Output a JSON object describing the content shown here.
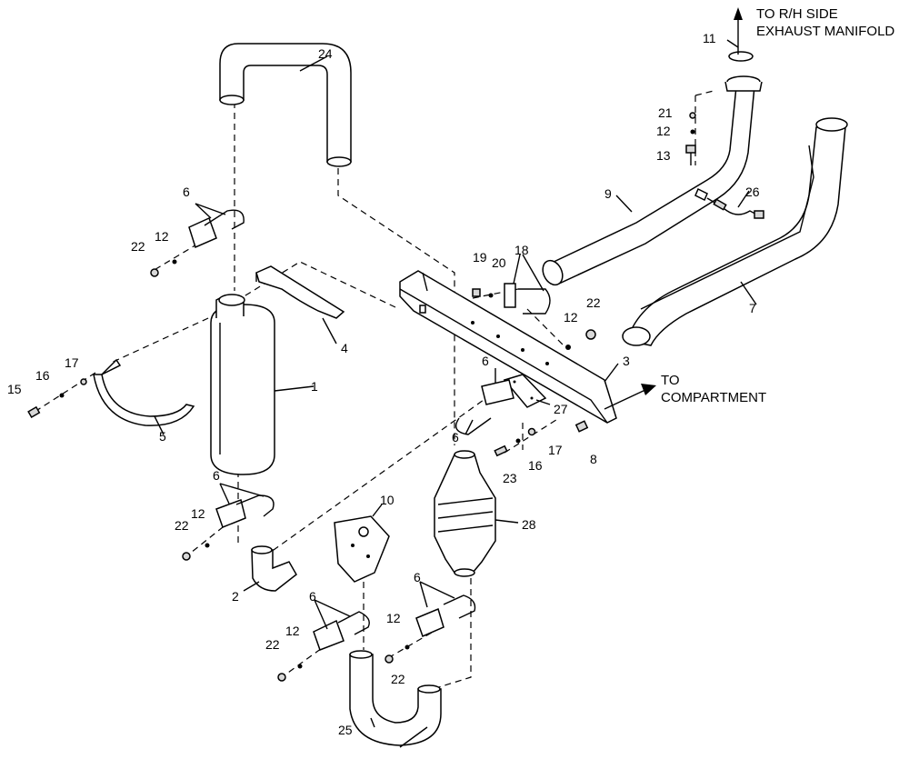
{
  "callouts": {
    "to_rh_side_line1": "TO R/H SIDE",
    "to_rh_side_line2": "EXHAUST MANIFOLD",
    "to_compartment": "TO COMPARTMENT"
  },
  "labels": {
    "l1": "1",
    "l2": "2",
    "l3": "3",
    "l4": "4",
    "l5": "5",
    "l6a": "6",
    "l6b": "6",
    "l6c": "6",
    "l6d": "6",
    "l6e": "6",
    "l6f": "6",
    "l7": "7",
    "l8": "8",
    "l9": "9",
    "l10": "10",
    "l11": "11",
    "l12a": "12",
    "l12b": "12",
    "l12c": "12",
    "l12d": "12",
    "l12e": "12",
    "l12f": "12",
    "l13": "13",
    "l15": "15",
    "l16a": "16",
    "l16b": "16",
    "l17a": "17",
    "l17b": "17",
    "l18": "18",
    "l19": "19",
    "l20": "20",
    "l21": "21",
    "l22a": "22",
    "l22b": "22",
    "l22c": "22",
    "l22d": "22",
    "l22e": "22",
    "l23": "23",
    "l24": "24",
    "l25": "25",
    "l26": "26",
    "l27": "27",
    "l28": "28"
  }
}
